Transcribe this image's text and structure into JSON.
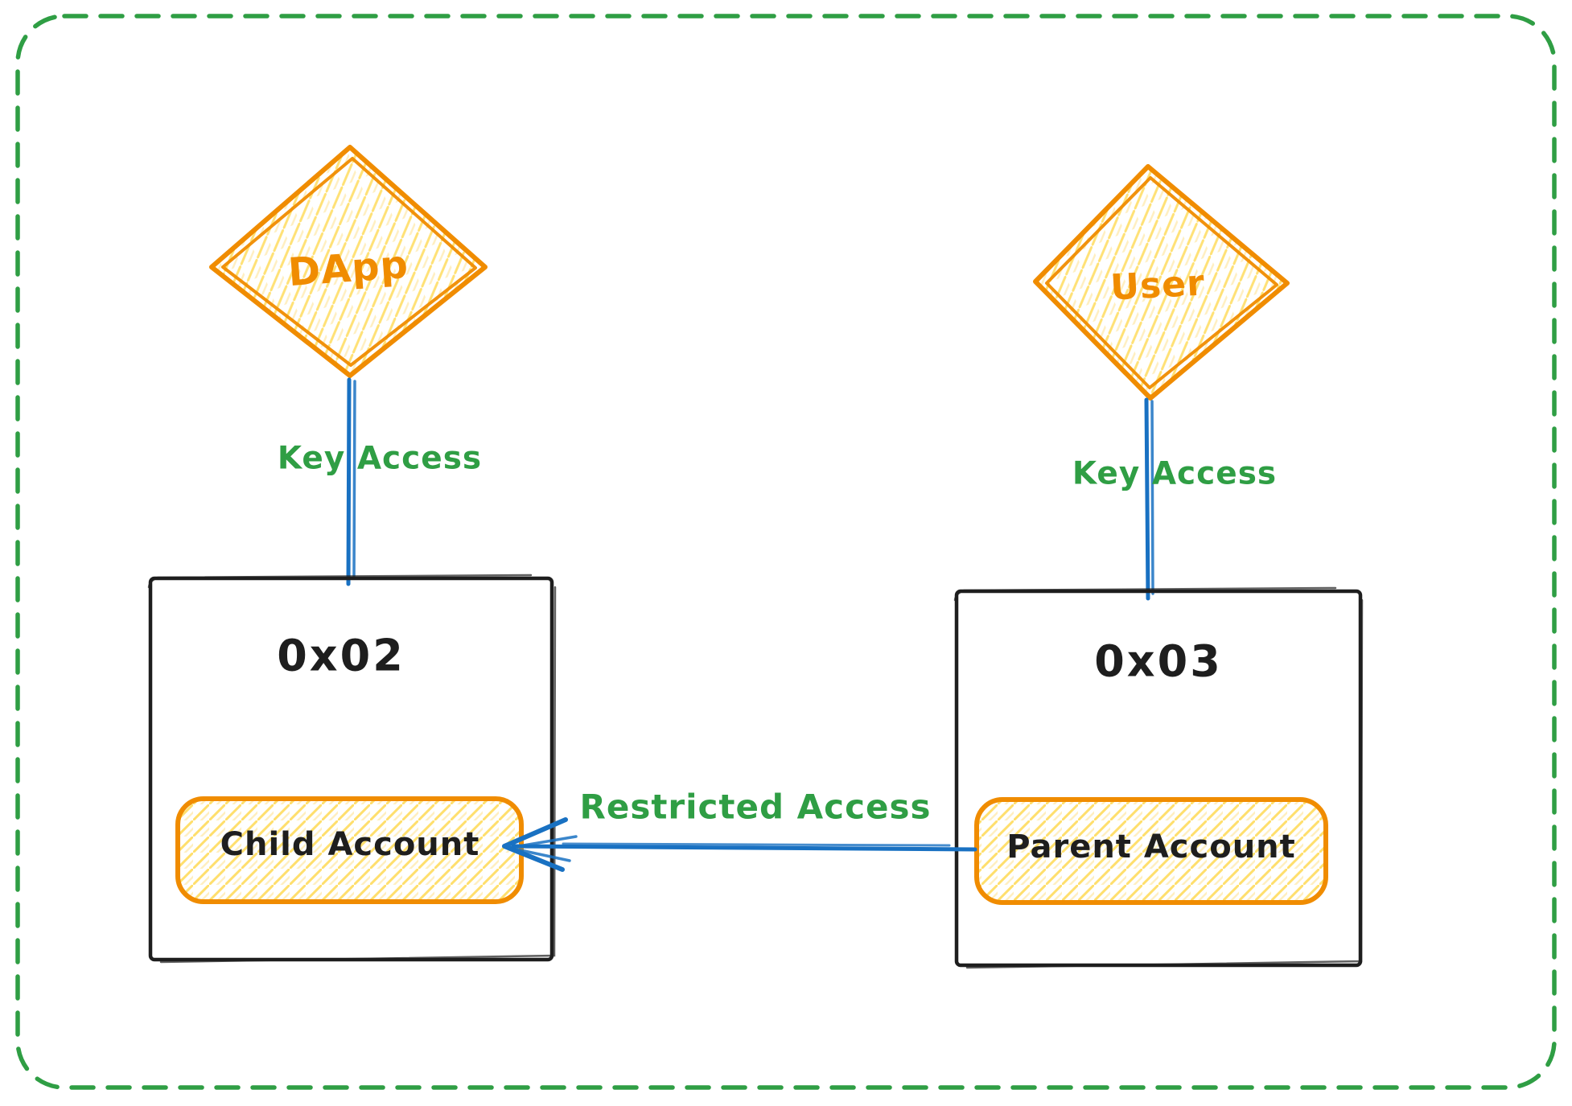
{
  "colors": {
    "border_green": "#2f9e44",
    "orange": "#f08c00",
    "blue": "#1971c2",
    "ink": "#1e1e1e",
    "hatch_strong": "#ffd43b",
    "hatch_soft": "#ffeeba"
  },
  "nodes": {
    "dapp": {
      "label": "DApp",
      "shape": "diamond"
    },
    "user": {
      "label": "User",
      "shape": "diamond"
    },
    "left_box": {
      "label": "0x02",
      "inner": {
        "label": "Child Account"
      }
    },
    "right_box": {
      "label": "0x03",
      "inner": {
        "label": "Parent Account"
      }
    }
  },
  "edges": {
    "dapp_key_access": {
      "label": "Key Access"
    },
    "user_key_access": {
      "label": "Key Access"
    },
    "restricted_access": {
      "label": "Restricted Access",
      "from": "Parent Account",
      "to": "Child Account"
    }
  }
}
